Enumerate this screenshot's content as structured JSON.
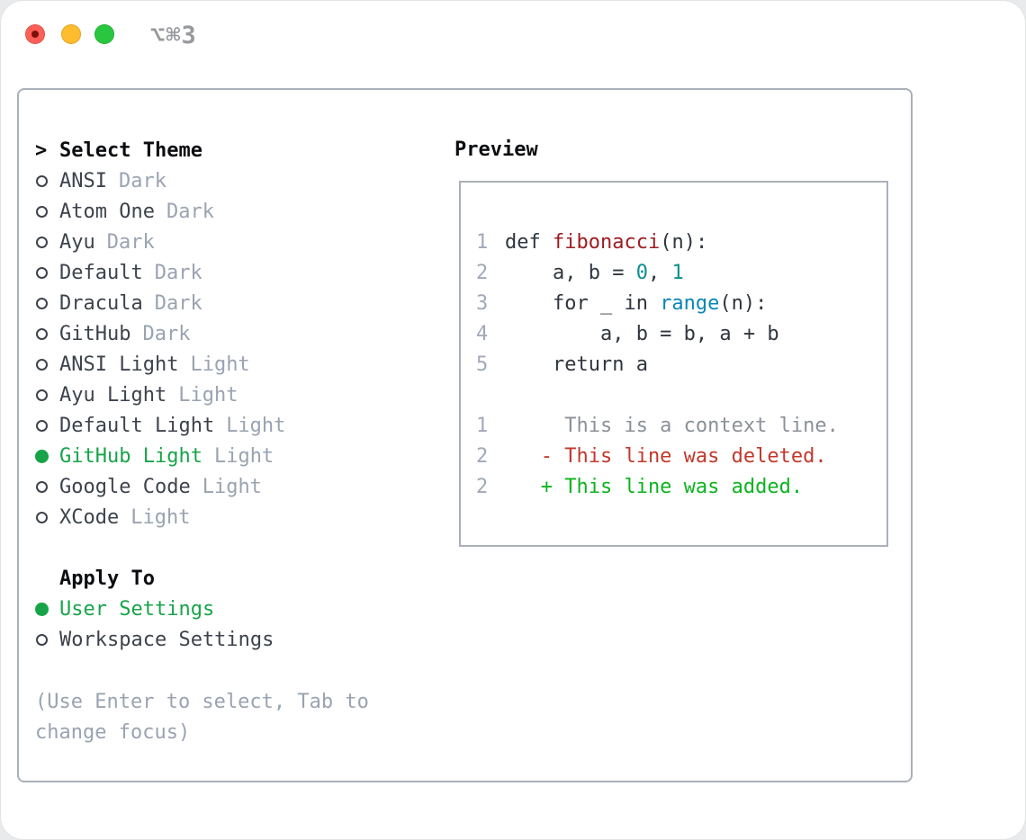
{
  "window": {
    "title": "⌥⌘3",
    "traffic_lights": [
      "close",
      "minimize",
      "zoom"
    ]
  },
  "picker": {
    "cursor": ">",
    "title": "Select Theme",
    "items": [
      {
        "name": "ANSI",
        "variant": "Dark",
        "selected": false
      },
      {
        "name": "Atom One",
        "variant": "Dark",
        "selected": false
      },
      {
        "name": "Ayu",
        "variant": "Dark",
        "selected": false
      },
      {
        "name": "Default",
        "variant": "Dark",
        "selected": false
      },
      {
        "name": "Dracula",
        "variant": "Dark",
        "selected": false
      },
      {
        "name": "GitHub",
        "variant": "Dark",
        "selected": false
      },
      {
        "name": "ANSI Light",
        "variant": "Light",
        "selected": false
      },
      {
        "name": "Ayu Light",
        "variant": "Light",
        "selected": false
      },
      {
        "name": "Default Light",
        "variant": "Light",
        "selected": false
      },
      {
        "name": "GitHub Light",
        "variant": "Light",
        "selected": true
      },
      {
        "name": "Google Code",
        "variant": "Light",
        "selected": false
      },
      {
        "name": "XCode",
        "variant": "Light",
        "selected": false
      }
    ],
    "apply_to": {
      "title": "Apply To",
      "options": [
        {
          "name": "User Settings",
          "selected": true
        },
        {
          "name": "Workspace Settings",
          "selected": false
        }
      ]
    },
    "hint_line1": "(Use Enter to select, Tab to",
    "hint_line2": "change focus)"
  },
  "preview": {
    "title": "Preview",
    "lines": [
      {
        "num": "1",
        "tokens": [
          {
            "t": "def ",
            "c": "plain"
          },
          {
            "t": "fibonacci",
            "c": "func"
          },
          {
            "t": "(n):",
            "c": "plain"
          }
        ]
      },
      {
        "num": "2",
        "tokens": [
          {
            "t": "    a, b = ",
            "c": "plain"
          },
          {
            "t": "0",
            "c": "num"
          },
          {
            "t": ", ",
            "c": "plain"
          },
          {
            "t": "1",
            "c": "num"
          }
        ]
      },
      {
        "num": "3",
        "tokens": [
          {
            "t": "    for _ in ",
            "c": "plain"
          },
          {
            "t": "range",
            "c": "builtin"
          },
          {
            "t": "(n):",
            "c": "plain"
          }
        ]
      },
      {
        "num": "4",
        "tokens": [
          {
            "t": "        a, b = b, a + b",
            "c": "plain"
          }
        ]
      },
      {
        "num": "5",
        "tokens": [
          {
            "t": "    return a",
            "c": "plain"
          }
        ]
      },
      {
        "num": "",
        "tokens": []
      },
      {
        "num": "1",
        "tokens": [
          {
            "t": "     This is a context line.",
            "c": "context"
          }
        ]
      },
      {
        "num": "2",
        "tokens": [
          {
            "t": "   - This line was deleted.",
            "c": "deleted"
          }
        ]
      },
      {
        "num": "2",
        "tokens": [
          {
            "t": "   + This line was added.",
            "c": "added"
          }
        ]
      }
    ]
  },
  "colors": {
    "border": "#a9b0b9",
    "item_text": "#3d434d",
    "muted": "#9aa3b1",
    "line_number": "#a0a9b8",
    "header_text": "#0b0d10",
    "green_selected": "#17a449",
    "code_plain": "#30363f",
    "code_func": "#9d1d22",
    "code_number": "#0e8f8f",
    "code_builtin": "#0a86b8",
    "diff_context": "#8b9199",
    "diff_deleted": "#c2382c",
    "diff_added": "#0cb31f",
    "titlebar_title": "#97999d",
    "light_red": "#ff5f57",
    "light_red_dot": "#7c110b",
    "light_yellow": "#febc2e",
    "light_green": "#29c73f"
  }
}
